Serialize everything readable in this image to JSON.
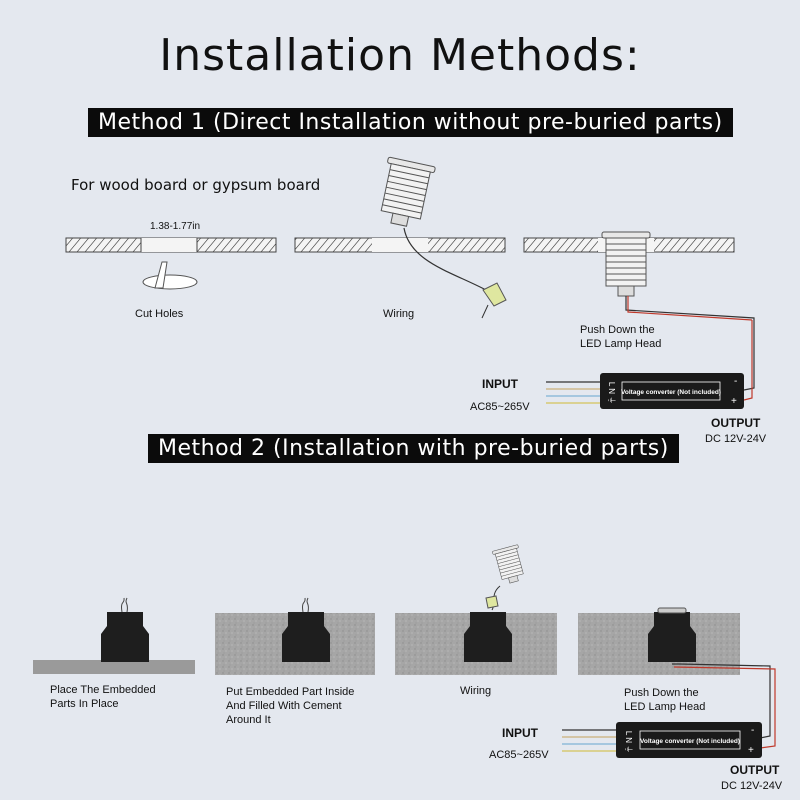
{
  "title": "Installation Methods:",
  "method1": {
    "heading": "Method 1 (Direct Installation without pre-buried parts)",
    "subheading": "For wood board or gypsum board",
    "hole_size": "1.38-1.77in",
    "step_labels": [
      "Cut Holes",
      "Wiring",
      "Push Down the\nLED Lamp Head"
    ],
    "input_label": "INPUT",
    "input_value": "AC85~265V",
    "output_label": "OUTPUT",
    "output_value": "DC 12V-24V",
    "converter_label": "Voltage converter (Not included)"
  },
  "method2": {
    "heading": "Method 2 (Installation with pre-buried parts)",
    "step_labels": [
      "Place The Embedded\nParts In Place",
      "Put Embedded Part Inside\nAnd Filled With Cement\nAround It",
      "Wiring",
      "Push Down the\nLED Lamp Head"
    ],
    "input_label": "INPUT",
    "input_value": "AC85~265V",
    "output_label": "OUTPUT",
    "output_value": "DC 12V-24V",
    "converter_label": "Voltage converter (Not included)"
  },
  "converter_terminals": {
    "left": "L N ⏚",
    "minus": "-",
    "plus": "+"
  },
  "colors": {
    "background": "#e4e8ef",
    "bar": "#0b0b0b",
    "cement": "#a9a9a9",
    "part": "#1e1e1e",
    "red_wire": "#c0392b"
  }
}
